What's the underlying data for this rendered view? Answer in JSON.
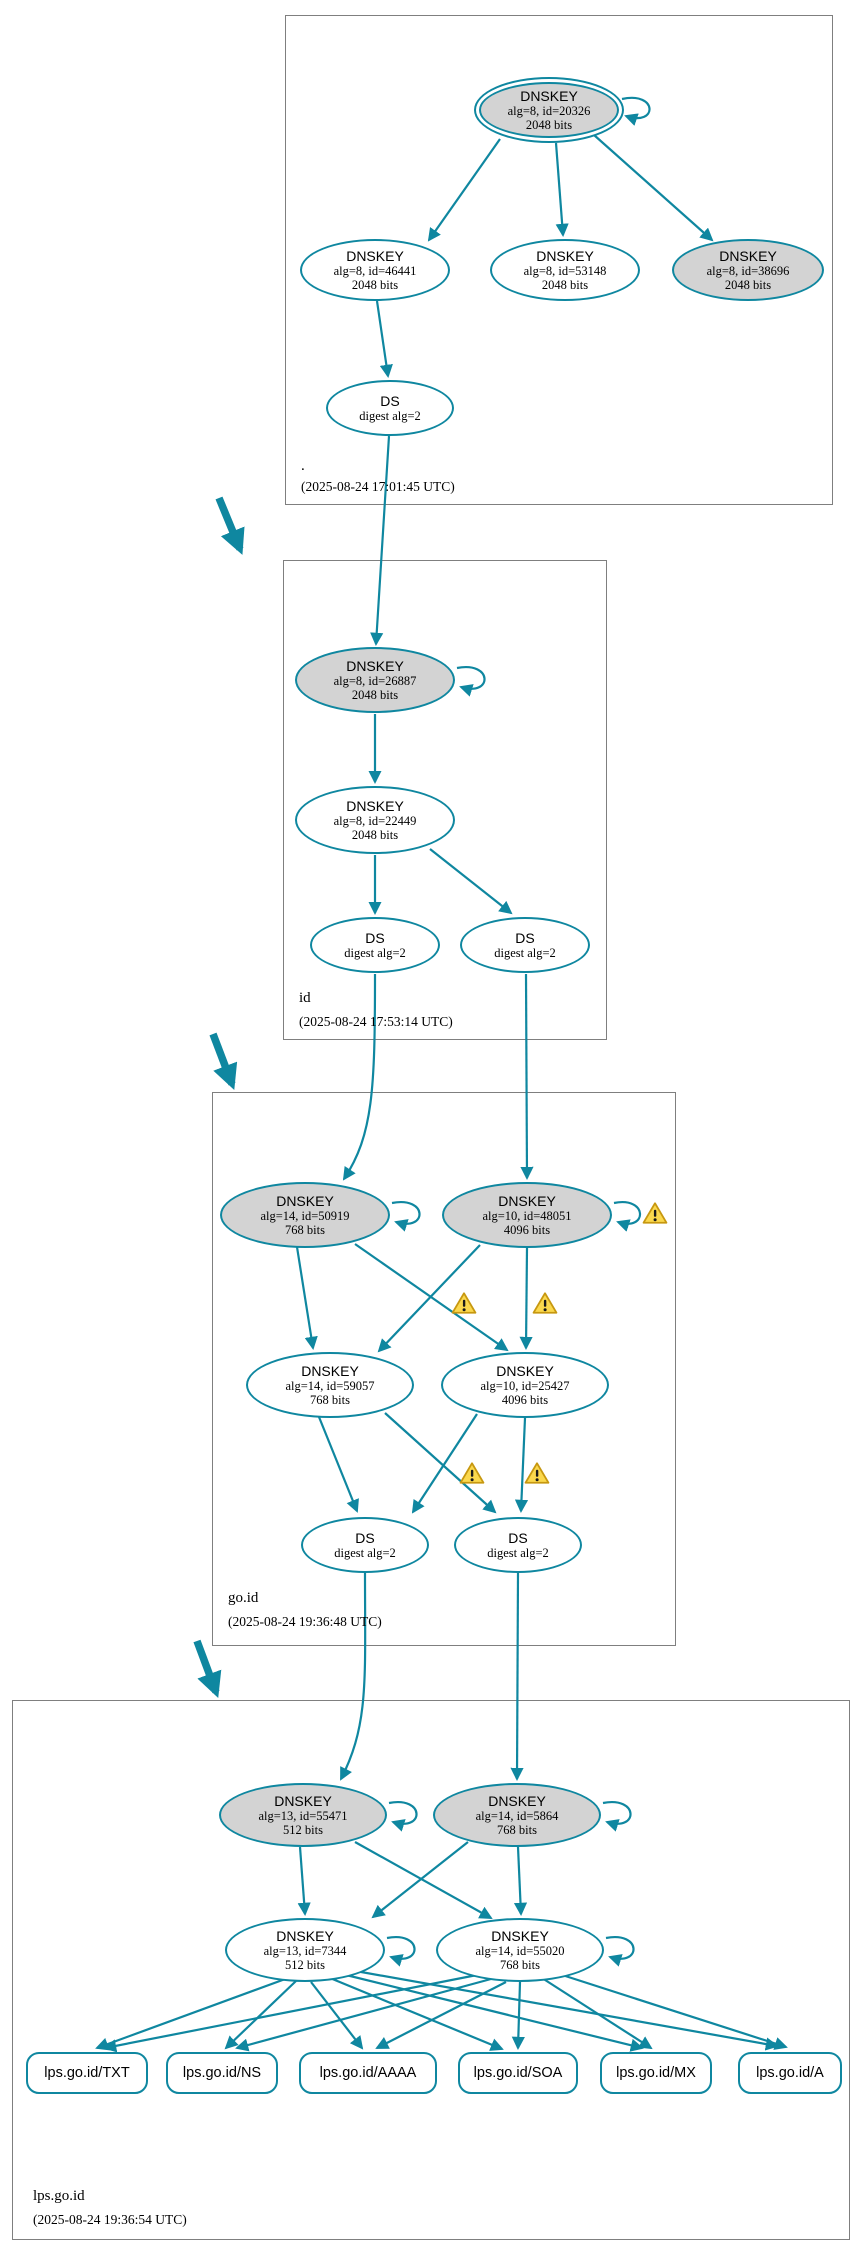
{
  "colors": {
    "edge_teal": "#0f87a0",
    "node_fill_gray": "#d3d3d3",
    "node_fill_white": "#ffffff",
    "box_border": "#7f7f7f",
    "warning_fill": "#fbd84d",
    "warning_stroke": "#c79810"
  },
  "zones": [
    {
      "label": ".",
      "timestamp": "(2025-08-24 17:01:45 UTC)",
      "nodes": [
        {
          "title": "DNSKEY",
          "detail": "alg=8, id=20326",
          "bits": "2048 bits"
        },
        {
          "title": "DNSKEY",
          "detail": "alg=8, id=46441",
          "bits": "2048 bits"
        },
        {
          "title": "DNSKEY",
          "detail": "alg=8, id=53148",
          "bits": "2048 bits"
        },
        {
          "title": "DNSKEY",
          "detail": "alg=8, id=38696",
          "bits": "2048 bits"
        },
        {
          "title": "DS",
          "detail": "digest alg=2"
        }
      ]
    },
    {
      "label": "id",
      "timestamp": "(2025-08-24 17:53:14 UTC)",
      "nodes": [
        {
          "title": "DNSKEY",
          "detail": "alg=8, id=26887",
          "bits": "2048 bits"
        },
        {
          "title": "DNSKEY",
          "detail": "alg=8, id=22449",
          "bits": "2048 bits"
        },
        {
          "title": "DS",
          "detail": "digest alg=2"
        },
        {
          "title": "DS",
          "detail": "digest alg=2"
        }
      ]
    },
    {
      "label": "go.id",
      "timestamp": "(2025-08-24 19:36:48 UTC)",
      "nodes": [
        {
          "title": "DNSKEY",
          "detail": "alg=14, id=50919",
          "bits": "768 bits"
        },
        {
          "title": "DNSKEY",
          "detail": "alg=10, id=48051",
          "bits": "4096 bits"
        },
        {
          "title": "DNSKEY",
          "detail": "alg=14, id=59057",
          "bits": "768 bits"
        },
        {
          "title": "DNSKEY",
          "detail": "alg=10, id=25427",
          "bits": "4096 bits"
        },
        {
          "title": "DS",
          "detail": "digest alg=2"
        },
        {
          "title": "DS",
          "detail": "digest alg=2"
        }
      ]
    },
    {
      "label": "lps.go.id",
      "timestamp": "(2025-08-24 19:36:54 UTC)",
      "nodes": [
        {
          "title": "DNSKEY",
          "detail": "alg=13, id=55471",
          "bits": "512 bits"
        },
        {
          "title": "DNSKEY",
          "detail": "alg=14, id=5864",
          "bits": "768 bits"
        },
        {
          "title": "DNSKEY",
          "detail": "alg=13, id=7344",
          "bits": "512 bits"
        },
        {
          "title": "DNSKEY",
          "detail": "alg=14, id=55020",
          "bits": "768 bits"
        }
      ],
      "rrsets": [
        {
          "label": "lps.go.id/TXT"
        },
        {
          "label": "lps.go.id/NS"
        },
        {
          "label": "lps.go.id/AAAA"
        },
        {
          "label": "lps.go.id/SOA"
        },
        {
          "label": "lps.go.id/MX"
        },
        {
          "label": "lps.go.id/A"
        }
      ]
    }
  ]
}
